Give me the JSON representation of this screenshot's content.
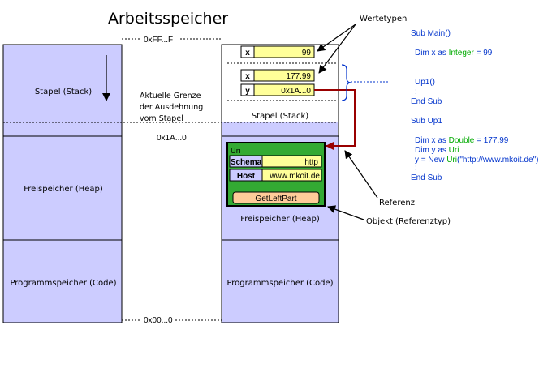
{
  "title": "Arbeitsspeicher",
  "labels": {
    "addr_top": "0xFF...F",
    "addr_mid": "0x1A...0",
    "addr_bottom": "0x00...0",
    "aktuelle": [
      "Aktuelle Grenze",
      "der Ausdehnung",
      "vom Stapel"
    ],
    "wertetypen": "Wertetypen",
    "referenz": "Referenz",
    "objekt": "Objekt (Referenztyp)"
  },
  "left_memory": {
    "stack": "Stapel (Stack)",
    "heap": "Freispeicher (Heap)",
    "code": "Programmspeicher (Code)"
  },
  "right_memory": {
    "stack": "Stapel (Stack)",
    "heap": "Freispeicher (Heap)",
    "code": "Programmspeicher (Code)"
  },
  "stack_vars": [
    {
      "name": "x",
      "value": "99"
    },
    {
      "name": "x",
      "value": "177.99"
    },
    {
      "name": "y",
      "value": "0x1A...0"
    }
  ],
  "object": {
    "type": "Uri",
    "fields": [
      {
        "name": "Schema",
        "value": "http"
      },
      {
        "name": "Host",
        "value": "www.mkoit.de"
      }
    ],
    "method": "GetLeftPart"
  },
  "code": {
    "sub_main": "Sub Main()",
    "main_dim_pre": "Dim x as ",
    "main_dim_type": "Integer",
    "main_dim_post": " = 99",
    "call": "Up1()",
    "colon1": ":",
    "end1": "End Sub",
    "sub_up1": "Sub Up1",
    "up_dim1_pre": "Dim x as ",
    "up_dim1_type": "Double",
    "up_dim1_post": " = 177.99",
    "up_dim2_pre": "Dim y as ",
    "up_dim2_type": "Uri",
    "up_new_pre": "y = ",
    "up_new_kw": "New",
    "up_new_type": "Uri",
    "up_new_arg": "(\"http://www.mkoit.de\")",
    "colon2": ":",
    "end2": "End Sub"
  },
  "colors": {
    "memory": "#ccccff",
    "var": "#ffff99",
    "object": "#33aa33",
    "method": "#ffcc99",
    "code": "#0033cc",
    "type": "#00aa00",
    "ref": "#990000"
  }
}
